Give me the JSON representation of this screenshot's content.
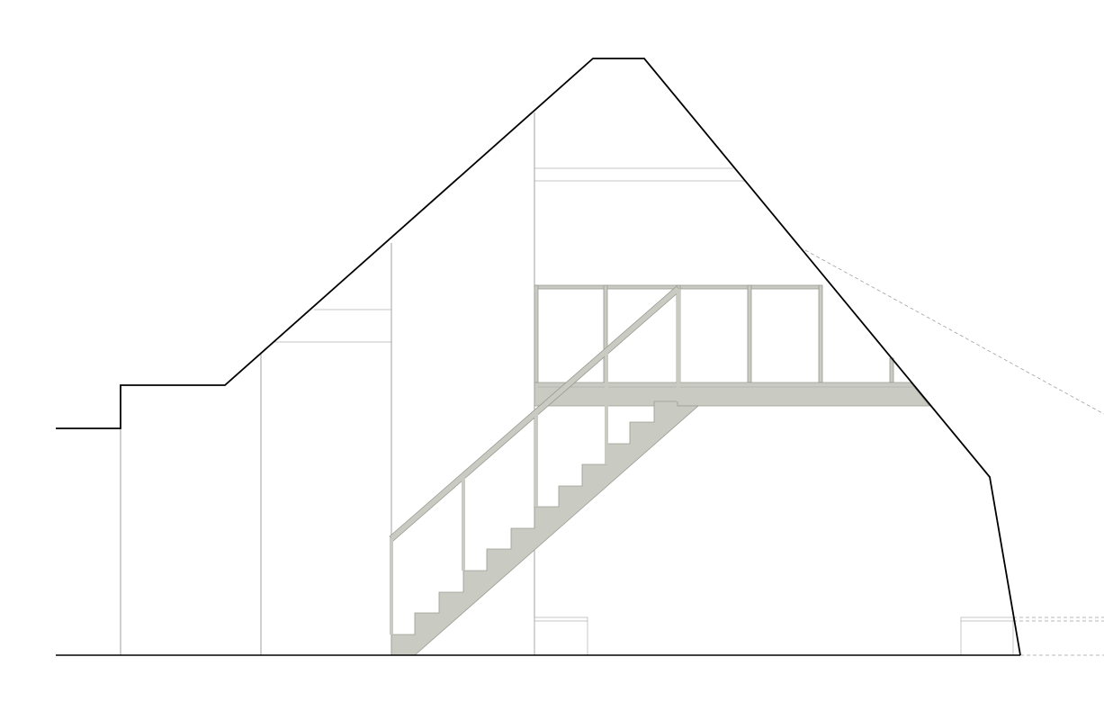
{
  "drawing": {
    "kind": "architectural building section",
    "colors": {
      "background": "#ffffff",
      "outline": "#000000",
      "structure_fill": "#c9cbc2",
      "structure_edge": "#9a9c93",
      "construction_lines": "#8a8a8a"
    },
    "elements": [
      "roof-profile",
      "ground-line",
      "staircase",
      "mezzanine-balcony",
      "balustrade",
      "stair-handrail",
      "dashed-sightlines"
    ]
  }
}
